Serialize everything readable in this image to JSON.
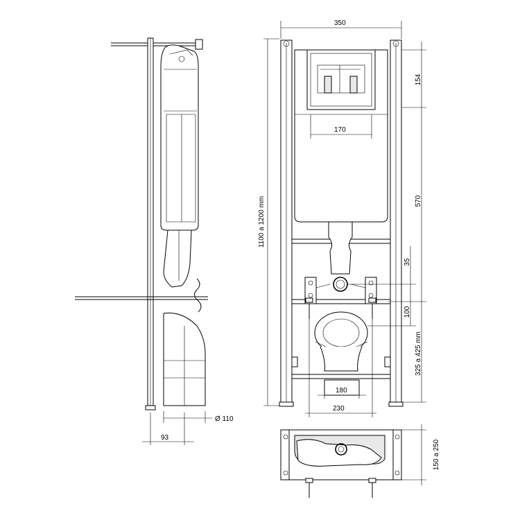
{
  "dimensions": {
    "width_350": "350",
    "height_154": "154",
    "width_170": "170",
    "height_570": "570",
    "height_35": "35",
    "height_100": "100",
    "range_325_425": "325 a 425 mm",
    "range_1100_1200": "1100 a 1200 mm",
    "width_180": "180",
    "width_230": "230",
    "diameter_110": "Ø 110",
    "depth_93": "93",
    "range_150_250": "150 a 250"
  },
  "icons": [
    "flush-button-plate-icon",
    "cistern-icon",
    "frame-icon",
    "outlet-pipe-icon",
    "drain-bend-icon"
  ]
}
